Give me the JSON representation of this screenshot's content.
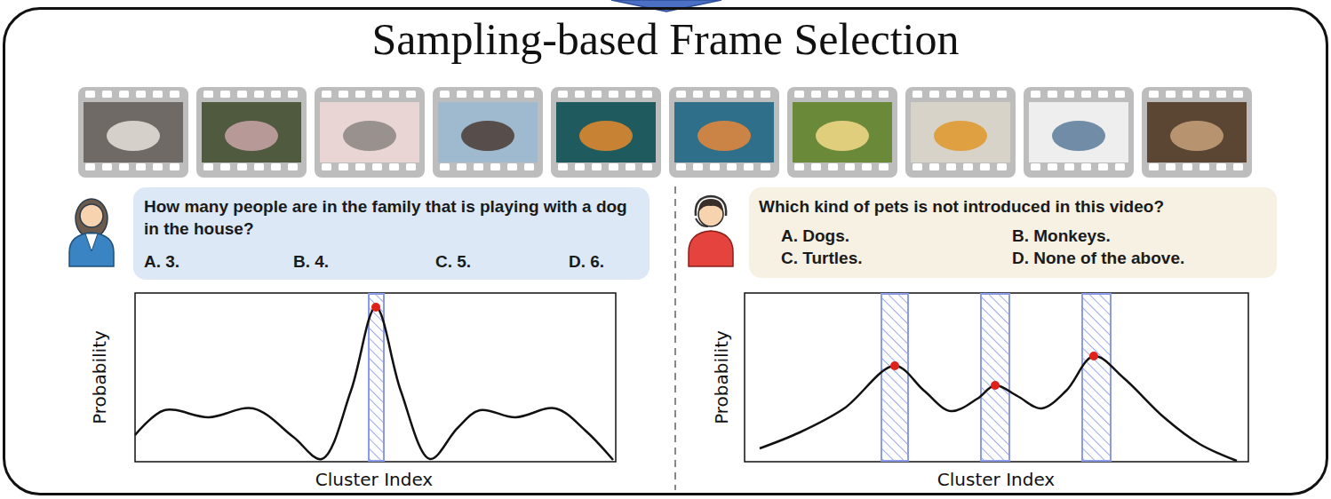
{
  "diagram": {
    "nodes": [
      {
        "text": [
          "Sampling-based Frame Selection"
        ]
      },
      {
        "text": [
          "How many people are in the family that is playing with a dog in the house?",
          "A. 3.",
          "B. 4.",
          "C. 5.",
          "D. 6."
        ],
        "in": 0
      },
      {
        "text": [
          "Which kind of pets is not introduced in this video?",
          "A. Dogs.",
          "B. Monkeys.",
          "C. Turtles.",
          "D. None of the above."
        ],
        "in": 0
      }
    ],
    "labels": [
      "Probability",
      "Cluster Index",
      "Probability",
      "Cluster Index"
    ]
  }
}
